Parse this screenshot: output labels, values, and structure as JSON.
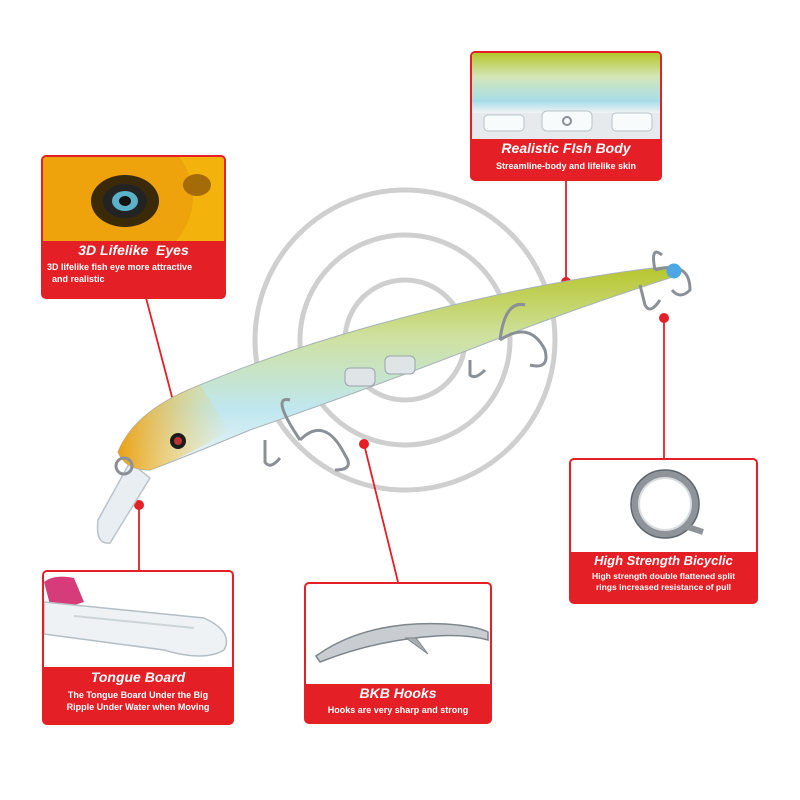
{
  "callouts": {
    "eyes": {
      "title": "3D Lifelike  Eyes",
      "desc_line1": "3D lifelike fish eye more attractive",
      "desc_line2": "and realistic",
      "icon": "fish-eye-closeup"
    },
    "body": {
      "title": "Realistic FIsh Body",
      "desc_line1": "Streamline-body and lifelike skin",
      "icon": "fish-scale-closeup"
    },
    "ring": {
      "title": "High Strength Bicyclic",
      "desc_line1": "High strength double flattened split",
      "desc_line2": "rings increased resistance of pull",
      "icon": "split-ring"
    },
    "hooks": {
      "title": "BKB Hooks",
      "desc_line1": "Hooks are very sharp and strong",
      "icon": "hook-point"
    },
    "tongue": {
      "title": "Tongue Board",
      "desc_line1": "The Tongue Board Under the Big",
      "desc_line2": "Ripple Under Water when Moving",
      "icon": "tongue-board-closeup"
    }
  },
  "colors": {
    "accent": "#e41f26",
    "caption_text": "#ffffff",
    "lure_back": "#c3cf2f",
    "lure_belly": "#b8e6ec",
    "lure_head": "#f3b21a",
    "hook": "#8a9096"
  },
  "lure": {
    "icon": "minnow-lure",
    "hook_count": 3
  }
}
